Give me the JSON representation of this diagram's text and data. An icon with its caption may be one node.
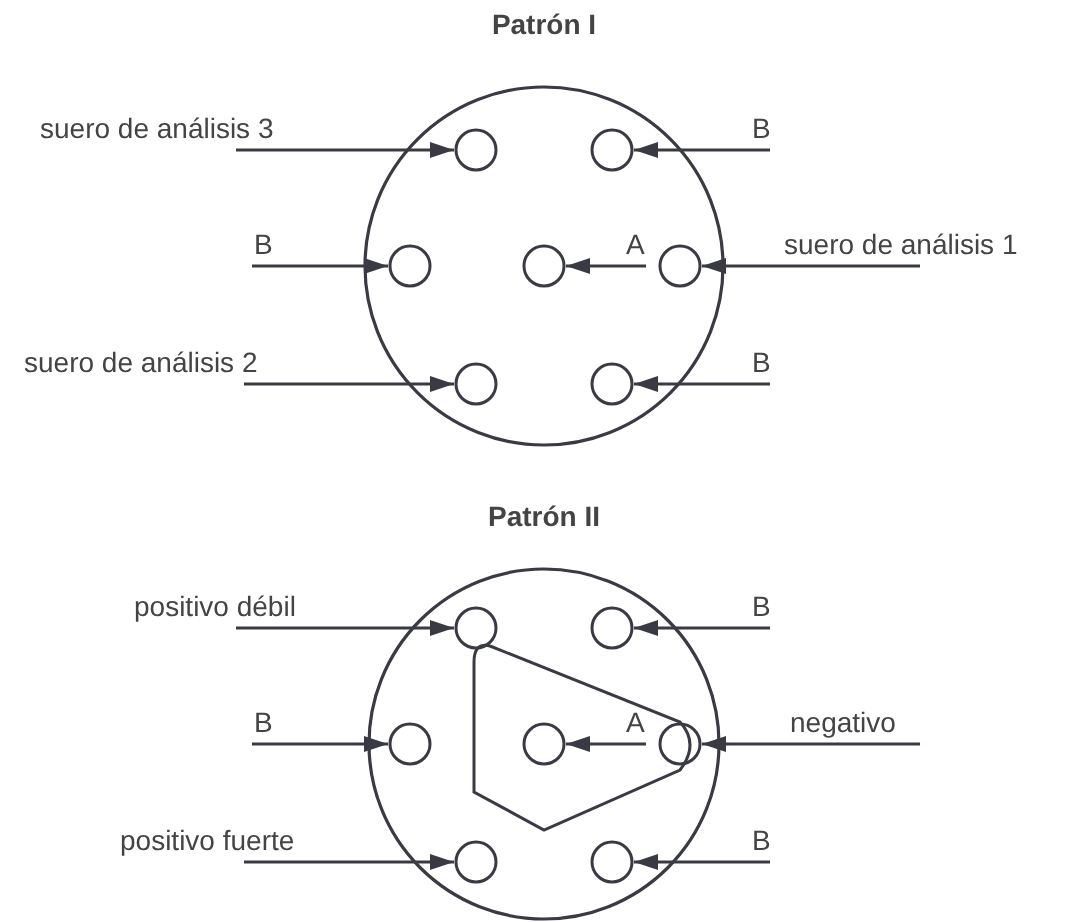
{
  "diagram": {
    "nodes": [
      {
        "text": [
          "Patrón I"
        ]
      },
      {
        "text": [],
        "shape": "circle",
        "in": 0
      },
      {
        "text": [],
        "shape": "circle",
        "in": 0
      },
      {
        "text": [],
        "shape": "circle",
        "in": 0
      },
      {
        "text": [],
        "shape": "circle",
        "in": 0
      },
      {
        "text": [],
        "shape": "circle",
        "in": 0
      },
      {
        "text": [],
        "shape": "circle",
        "in": 0
      },
      {
        "text": [],
        "shape": "circle",
        "in": 0
      },
      {
        "text": [
          "suero de análisis 3"
        ]
      },
      {
        "text": [
          "B"
        ]
      },
      {
        "text": [
          "B"
        ]
      },
      {
        "text": [
          "A"
        ],
        "in": 0
      },
      {
        "text": [
          "suero de análisis 1"
        ]
      },
      {
        "text": [
          "suero de análisis 2"
        ]
      },
      {
        "text": [
          "B"
        ]
      },
      {
        "text": [
          "Patrón II"
        ]
      },
      {
        "text": [],
        "shape": "circle",
        "in": 15
      },
      {
        "text": [],
        "shape": "circle",
        "in": 15
      },
      {
        "text": [],
        "shape": "circle",
        "in": 15
      },
      {
        "text": [],
        "shape": "circle",
        "in": 15
      },
      {
        "text": [],
        "shape": "circle",
        "in": 15
      },
      {
        "text": [],
        "shape": "circle",
        "in": 15
      },
      {
        "text": [],
        "shape": "circle",
        "in": 15
      },
      {
        "text": [
          "positivo débil"
        ]
      },
      {
        "text": [
          "B"
        ]
      },
      {
        "text": [
          "B"
        ]
      },
      {
        "text": [
          "A"
        ],
        "in": 15
      },
      {
        "text": [
          "negativo"
        ]
      },
      {
        "text": [
          "positivo fuerte"
        ]
      },
      {
        "text": [
          "B"
        ]
      }
    ],
    "edges": [
      {
        "from": 8,
        "to": 1,
        "arrow": "to"
      },
      {
        "from": 9,
        "to": 2,
        "arrow": "to"
      },
      {
        "from": 10,
        "to": 3,
        "arrow": "to"
      },
      {
        "from": 11,
        "to": 4,
        "arrow": "to"
      },
      {
        "from": 12,
        "to": 5,
        "arrow": "to"
      },
      {
        "from": 13,
        "to": 6,
        "arrow": "to"
      },
      {
        "from": 14,
        "to": 7,
        "arrow": "to"
      },
      {
        "from": 23,
        "to": 16,
        "arrow": "to"
      },
      {
        "from": 24,
        "to": 17,
        "arrow": "to"
      },
      {
        "from": 25,
        "to": 18,
        "arrow": "to"
      },
      {
        "from": 26,
        "to": 19,
        "arrow": "to"
      },
      {
        "from": 27,
        "to": 20,
        "arrow": "to"
      },
      {
        "from": 28,
        "to": 21,
        "arrow": "to"
      },
      {
        "from": 29,
        "to": 22,
        "arrow": "to"
      }
    ]
  }
}
